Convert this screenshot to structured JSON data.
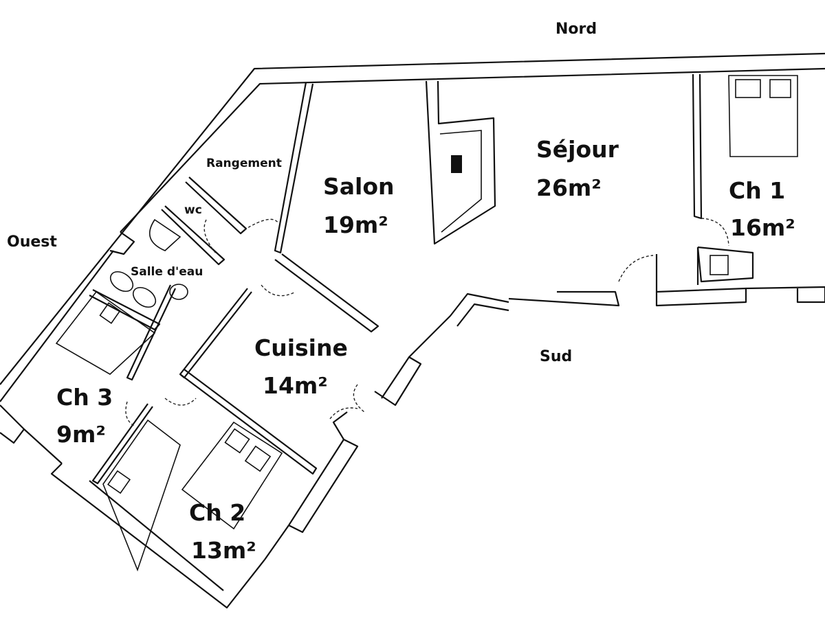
{
  "compass": {
    "north": "Nord",
    "south": "Sud",
    "west": "Ouest"
  },
  "rooms": [
    {
      "name": "Salon",
      "area": "19m²"
    },
    {
      "name": "Séjour",
      "area": "26m²"
    },
    {
      "name": "Ch 1",
      "area": "16m²"
    },
    {
      "name": "Cuisine",
      "area": "14m²"
    },
    {
      "name": "Ch 2",
      "area": "13m²"
    },
    {
      "name": "Ch 3",
      "area": "9m²"
    }
  ],
  "small_rooms": {
    "storage": "Rangement",
    "wc": "wc",
    "shower_room": "Salle d'eau"
  },
  "colors": {
    "lines": "#111111",
    "background": "#ffffff"
  }
}
